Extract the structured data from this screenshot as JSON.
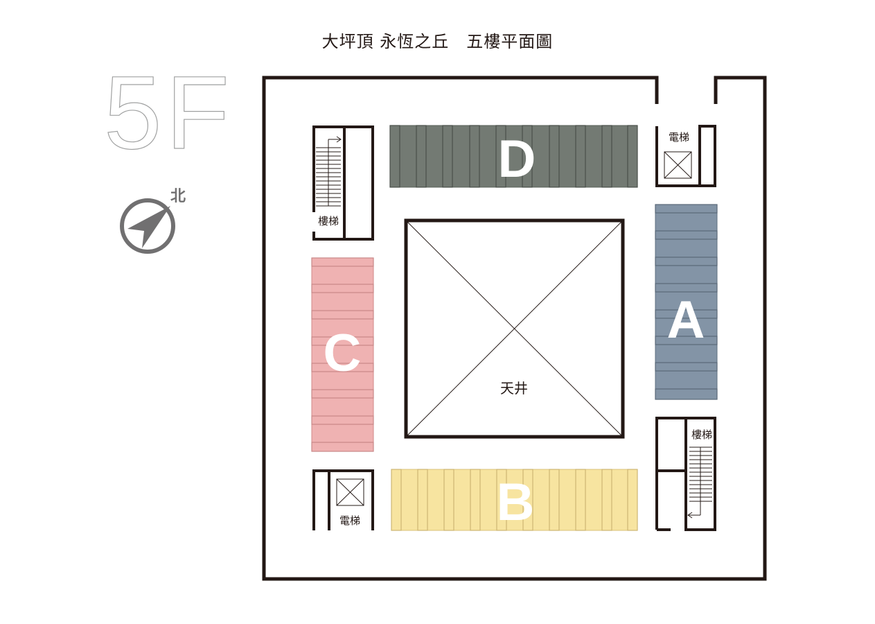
{
  "title": "大坪頂 永恆之丘　五樓平面圖",
  "floor_label": "5F",
  "compass": {
    "label": "北"
  },
  "atrium_label": "天井",
  "stairs_label": "樓梯",
  "elevator_label": "電梯",
  "zones": [
    {
      "id": "A",
      "label": "A",
      "color": "#8394a6"
    },
    {
      "id": "B",
      "label": "B",
      "color": "#f7e4a0"
    },
    {
      "id": "C",
      "label": "C",
      "color": "#efb2b2"
    },
    {
      "id": "D",
      "label": "D",
      "color": "#737a73"
    }
  ],
  "colors": {
    "wall": "#231815",
    "compass": "#717071",
    "floor_outline": "#9fa0a0"
  }
}
